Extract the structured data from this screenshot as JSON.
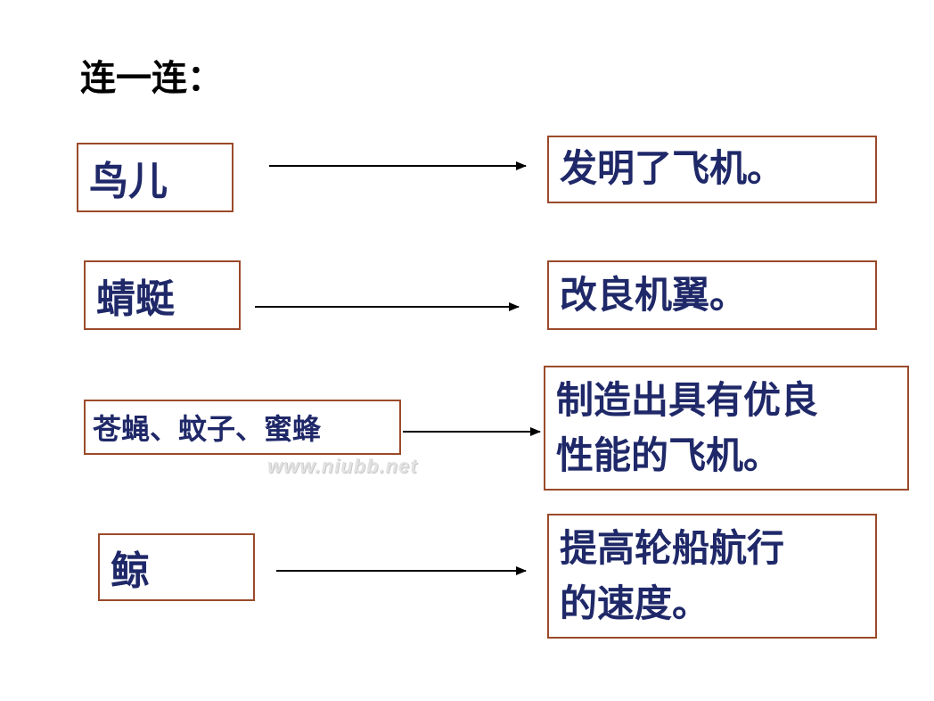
{
  "title": "连一连：",
  "pairs": [
    {
      "left": "鸟儿",
      "right": [
        "发明了飞机。"
      ]
    },
    {
      "left": "蜻蜓",
      "right": [
        "改良机翼。"
      ]
    },
    {
      "left": "苍蝇、蚊子、蜜蜂",
      "right": [
        "制造出具有优良",
        "性能的飞机。"
      ]
    },
    {
      "left": "鲸",
      "right": [
        "提高轮船航行",
        "的速度。"
      ]
    }
  ],
  "watermark": "www.niubb.net",
  "colors": {
    "box_border": "#9b4a2a",
    "box_text": "#1f2868",
    "arrow": "#000000"
  }
}
